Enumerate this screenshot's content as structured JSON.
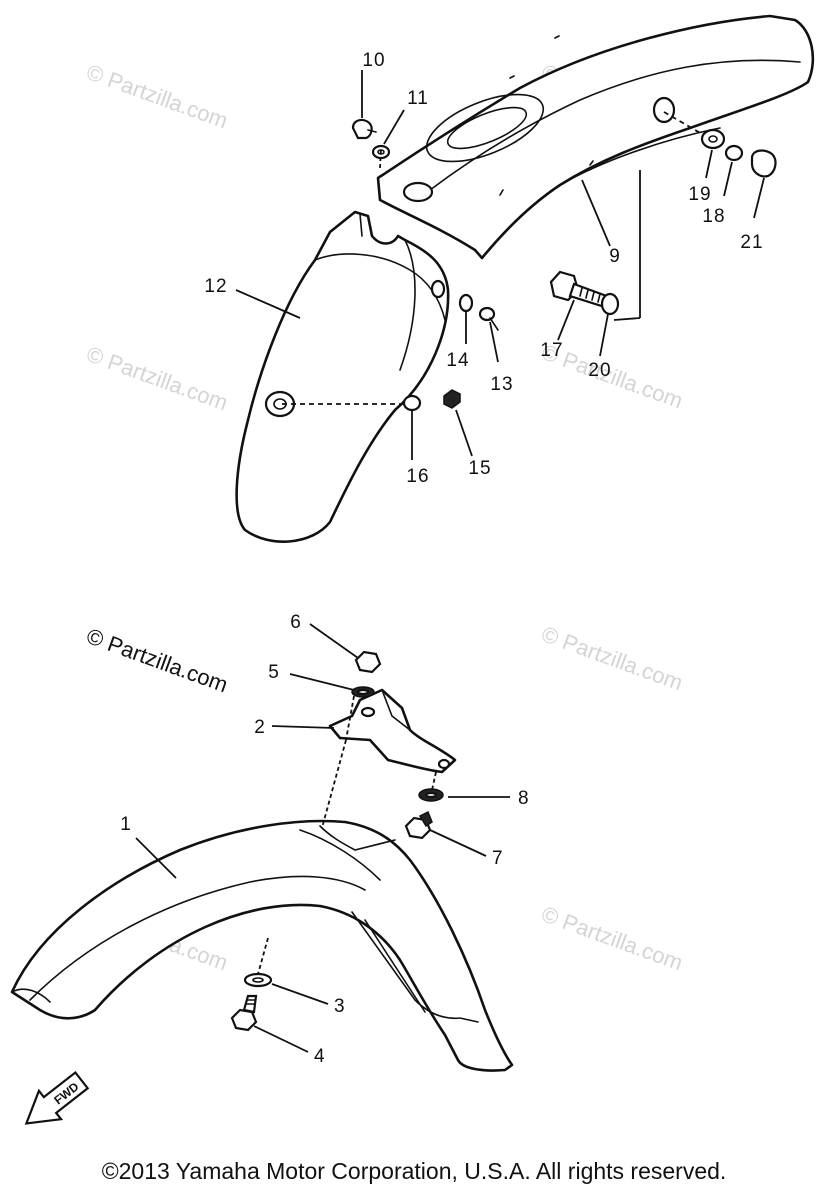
{
  "watermark": {
    "text": "© Partzilla.com"
  },
  "callouts": [
    "1",
    "2",
    "3",
    "4",
    "5",
    "6",
    "7",
    "8",
    "9",
    "10",
    "11",
    "12",
    "13",
    "14",
    "15",
    "16",
    "17",
    "18",
    "19",
    "20",
    "21"
  ],
  "fwd_label": "FWD",
  "copyright": "©2013 Yamaha Motor Corporation, U.S.A. All rights reserved."
}
